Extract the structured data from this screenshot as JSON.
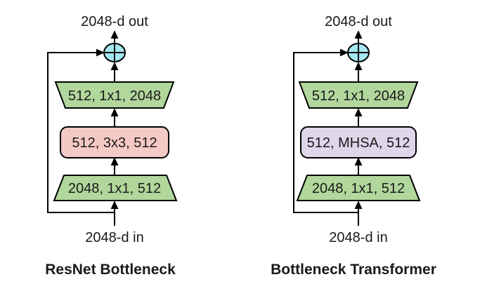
{
  "figure": {
    "description": "Comparison of ResNet bottleneck block and Bottleneck Transformer block"
  },
  "diagrams": {
    "resnet": {
      "title": "ResNet Bottleneck",
      "output_label": "2048-d out",
      "input_label": "2048-d in",
      "blocks": {
        "top": "512, 1x1, 2048",
        "middle": "512, 3x3, 512",
        "bottom": "2048, 1x1, 512"
      }
    },
    "transformer": {
      "title": "Bottleneck Transformer",
      "output_label": "2048-d out",
      "input_label": "2048-d in",
      "blocks": {
        "top": "512, 1x1, 2048",
        "middle": "512, MHSA, 512",
        "bottom": "2048, 1x1, 512"
      }
    }
  },
  "icons": {
    "add": "circled-plus"
  },
  "colors": {
    "conv_green": "#b1d79c",
    "conv3x3_pink": "#f5c9c4",
    "mhsa_lavender": "#e0d6eb",
    "add_cyan": "#a5e8f1",
    "stroke": "#000000",
    "text": "#1a1a1a"
  }
}
